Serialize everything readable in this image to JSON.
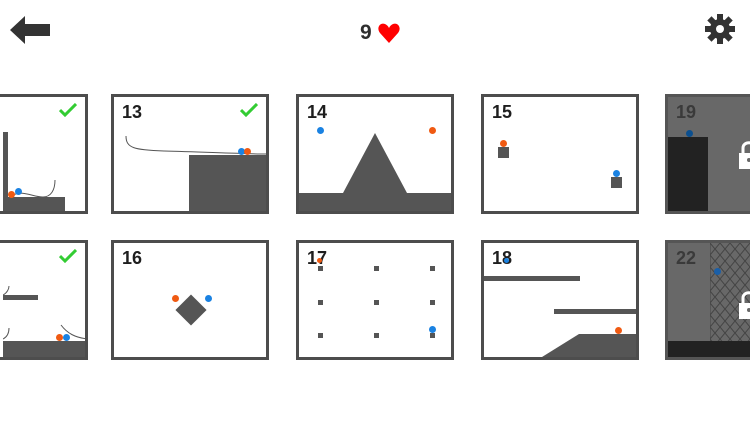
{
  "header": {
    "back_icon": "arrow-left-icon",
    "lives_count": "9",
    "lives_icon": "heart-icon",
    "settings_icon": "gear-icon"
  },
  "colors": {
    "accent_heart": "#ff0000",
    "check_green": "#33cc33",
    "orange_ball": "#f05a12",
    "blue_ball": "#1a82e2",
    "block_gray": "#555555",
    "locked_bg": "#686868"
  },
  "levels": {
    "row1": [
      {
        "number": "",
        "completed": true,
        "locked": false
      },
      {
        "number": "13",
        "completed": true,
        "locked": false
      },
      {
        "number": "14",
        "completed": false,
        "locked": false
      },
      {
        "number": "15",
        "completed": false,
        "locked": false
      },
      {
        "number": "19",
        "completed": false,
        "locked": true
      }
    ],
    "row2": [
      {
        "number": "",
        "completed": true,
        "locked": false
      },
      {
        "number": "16",
        "completed": false,
        "locked": false
      },
      {
        "number": "17",
        "completed": false,
        "locked": false
      },
      {
        "number": "18",
        "completed": false,
        "locked": false
      },
      {
        "number": "22",
        "completed": false,
        "locked": true
      }
    ]
  }
}
